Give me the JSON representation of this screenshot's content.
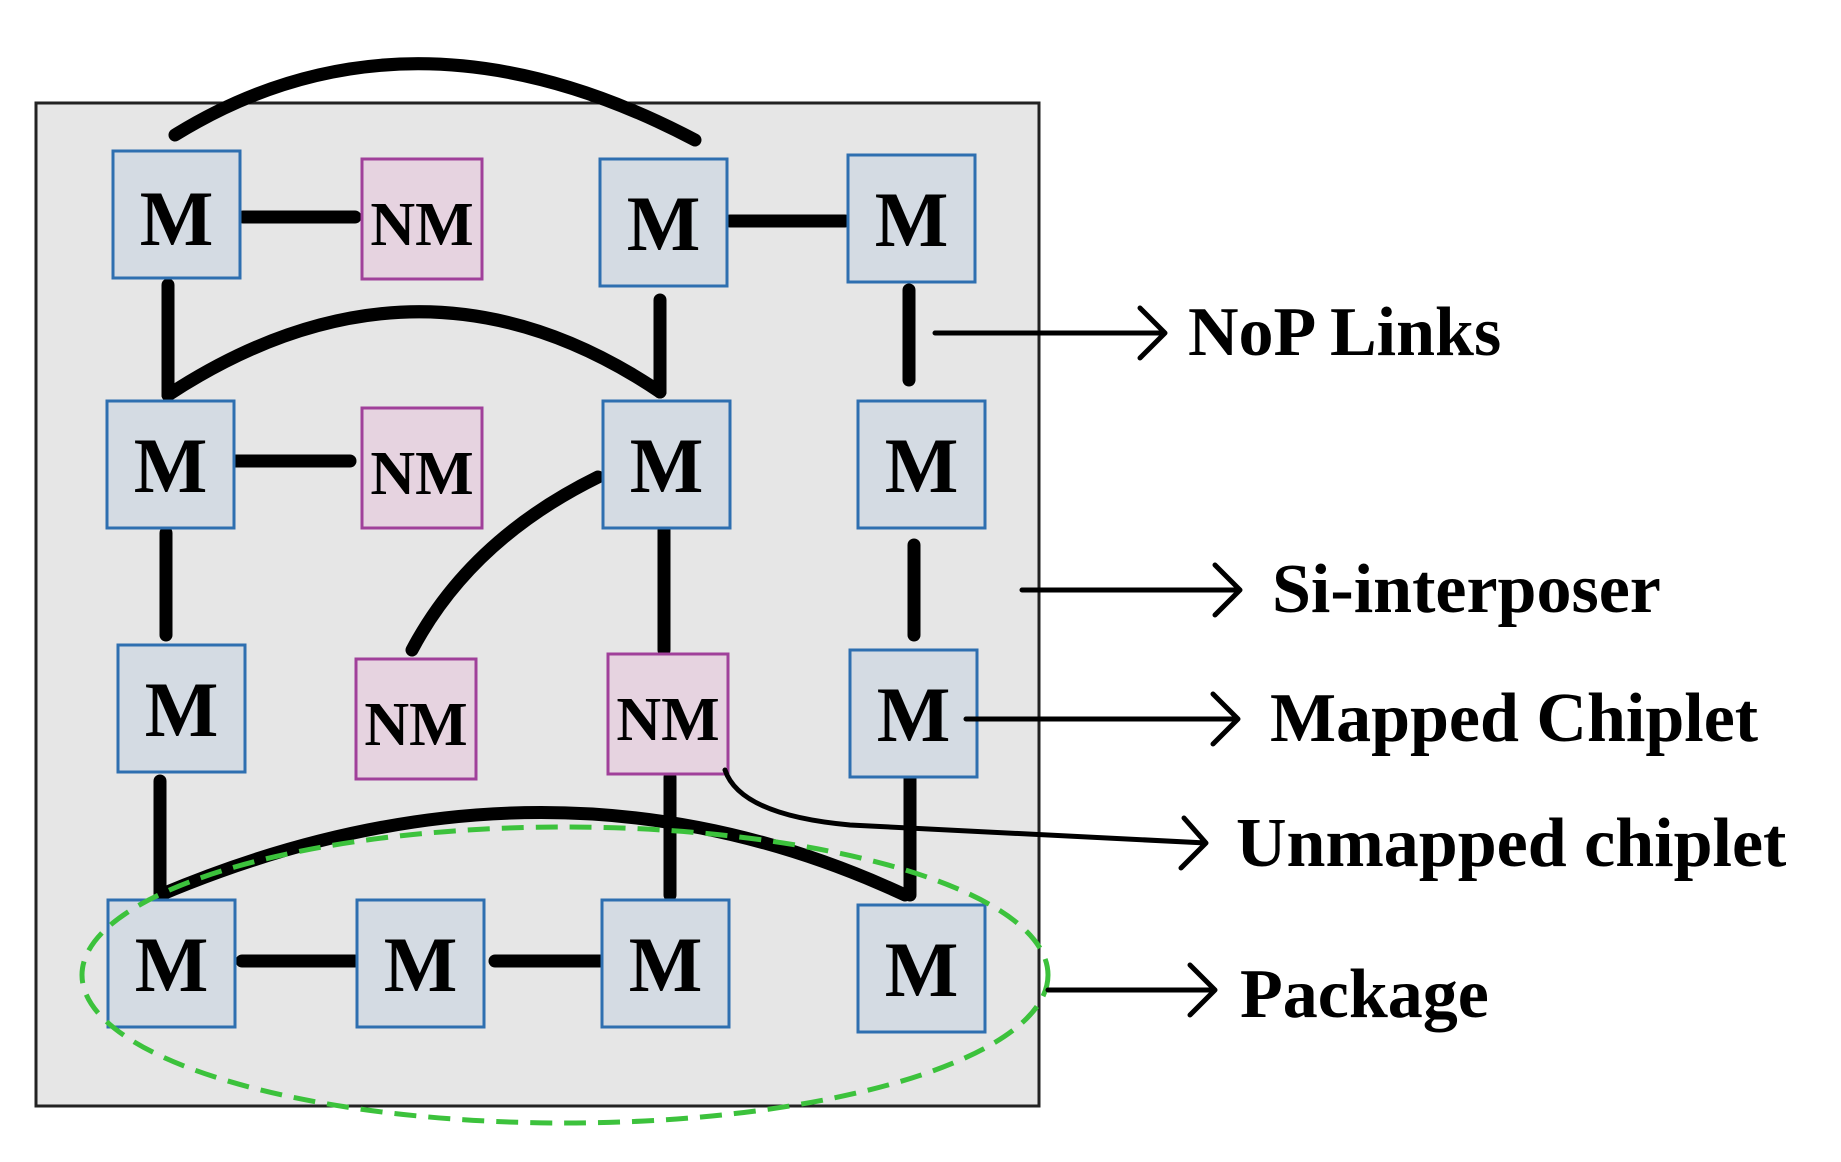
{
  "chiplets": {
    "r0c0": "M",
    "r0c1": "NM",
    "r0c2": "M",
    "r0c3": "M",
    "r1c0": "M",
    "r1c1": "NM",
    "r1c2": "M",
    "r1c3": "M",
    "r2c0": "M",
    "r2c1": "NM",
    "r2c2": "NM",
    "r2c3": "M",
    "r3c0": "M",
    "r3c1": "M",
    "r3c2": "M",
    "r3c3": "M"
  },
  "legend": {
    "nop_links": "NoP Links",
    "si_interposer": "Si-interposer",
    "mapped_chiplet": "Mapped Chiplet",
    "unmapped_chiplet": "Unmapped chiplet",
    "package": "Package"
  },
  "colors": {
    "mapped_fill": "#d4dbe3",
    "mapped_border": "#2e6fb0",
    "unmapped_fill": "#e6d3e0",
    "unmapped_border": "#a0409a",
    "interposer_fill": "#e6e6e6",
    "package_outline": "#3cc23c"
  }
}
